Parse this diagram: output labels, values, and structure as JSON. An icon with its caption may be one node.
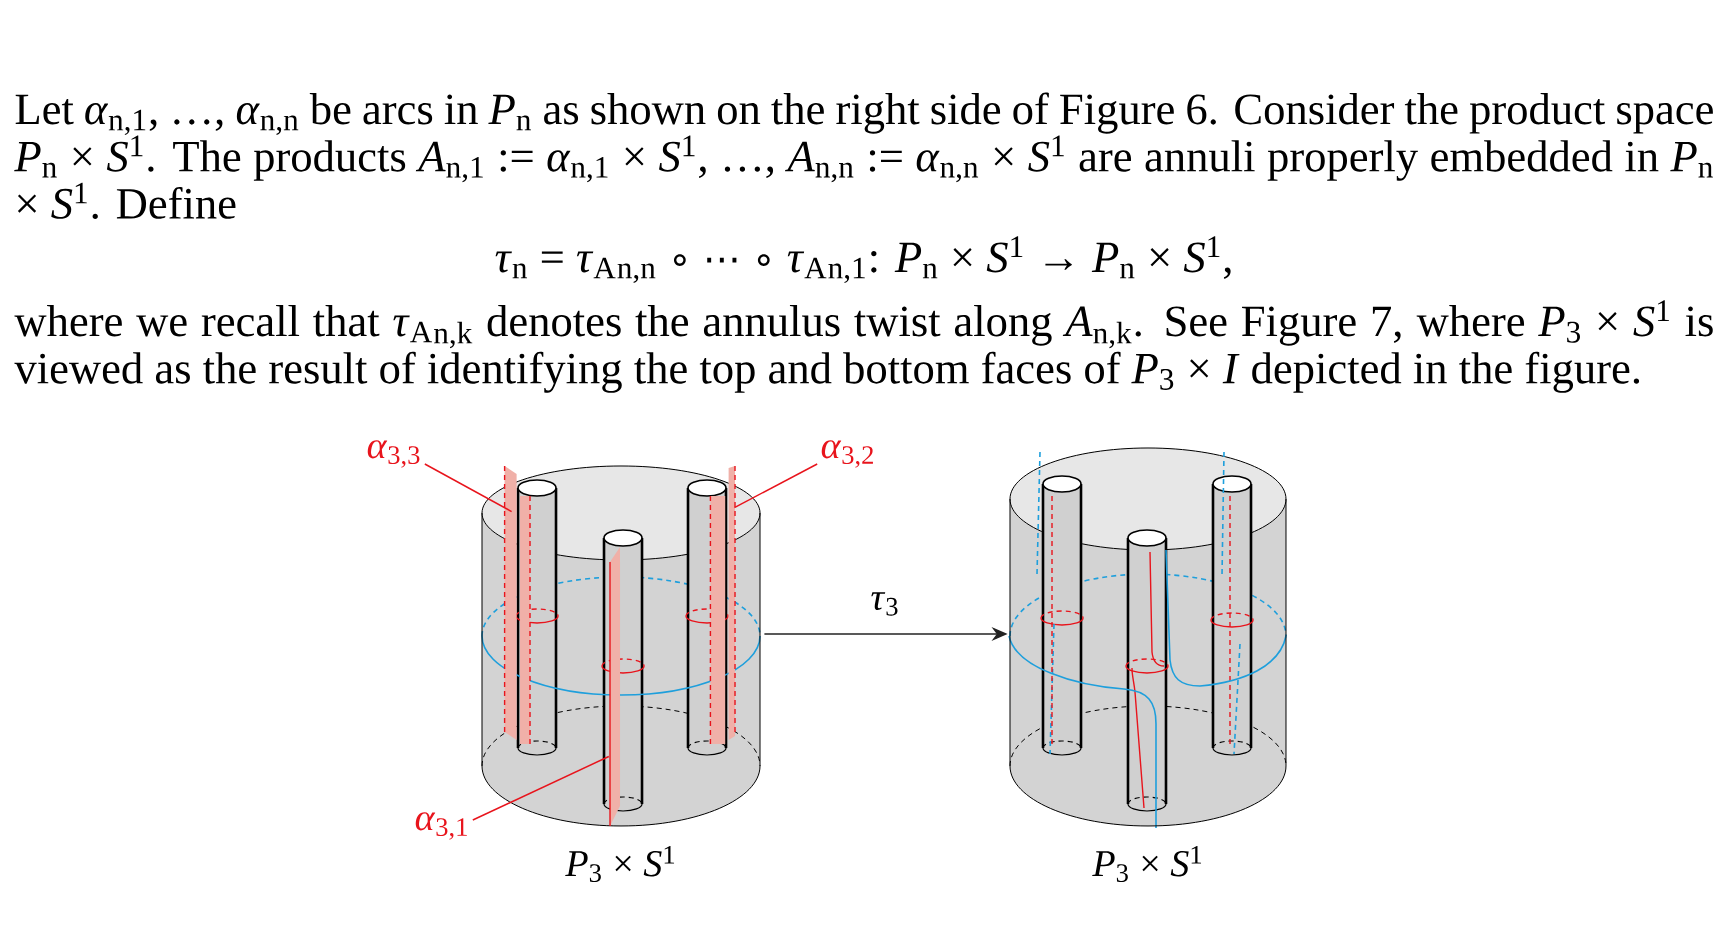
{
  "diagram": {
    "nodes": [
      {
        "text": [
          "*α*$_{3,3}$"
        ]
      },
      {
        "text": [
          "*α*$_{3,2}$"
        ]
      },
      {
        "text": [],
        "shape": "cylinder",
        "beside": [
          "*P*$_{3}$ × *S*$^{1}$"
        ]
      },
      {
        "text": [],
        "shape": "band",
        "in": 2
      },
      {
        "text": [],
        "shape": "band",
        "in": 2
      },
      {
        "text": [],
        "shape": "band",
        "in": 2
      },
      {
        "text": [
          "*α*$_{3,1}$"
        ]
      },
      {
        "text": [],
        "shape": "cylinder",
        "beside": [
          "*P*$_{3}$ × *S*$^{1}$"
        ]
      }
    ],
    "edges": [
      {
        "from": 0,
        "to": 3,
        "arrow": "none"
      },
      {
        "from": 1,
        "to": 5,
        "arrow": "none"
      },
      {
        "from": 6,
        "to": 4,
        "arrow": "none"
      },
      {
        "from": 2,
        "to": 7,
        "arrow": "to",
        "label": "*τ*$_{3}$",
        "color": "#222222"
      }
    ],
    "labels": [
      "Let *α*$_{n,1}$, …, *α*$_{n,n}$ be arcs in *P*$_{n}$ as shown on the right side of Figure 6. Consider the product space *P*$_{n}$ × *S*$^{1}$. The products *A*$_{n,1}$ := *α*$_{n,1}$ × *S*$^{1}$, …, *A*$_{n,n}$ := *α*$_{n,n}$ × *S*$^{1}$ are annuli properly embedded in *P*$_{n}$ × *S*$^{1}$. Define",
      "*τ*$_{n}$ = *τ*$_{A}$$_{n,n}$ ∘ ⋯ ∘ *τ*$_{A}$$_{n,1}$: *P*$_{n}$ × *S*$^{1}$ → *P*$_{n}$ × *S*$^{1}$,",
      "where we recall that *τ*$_{A}$$_{n,k}$ denotes the annulus twist along *A*$_{n,k}$. See Figure 7, where *P*$_{3}$ × *S*$^{1}$ is viewed as the result of identifying the top and bottom faces of *P*$_{3}$ × *I* depicted in the figure."
    ]
  }
}
